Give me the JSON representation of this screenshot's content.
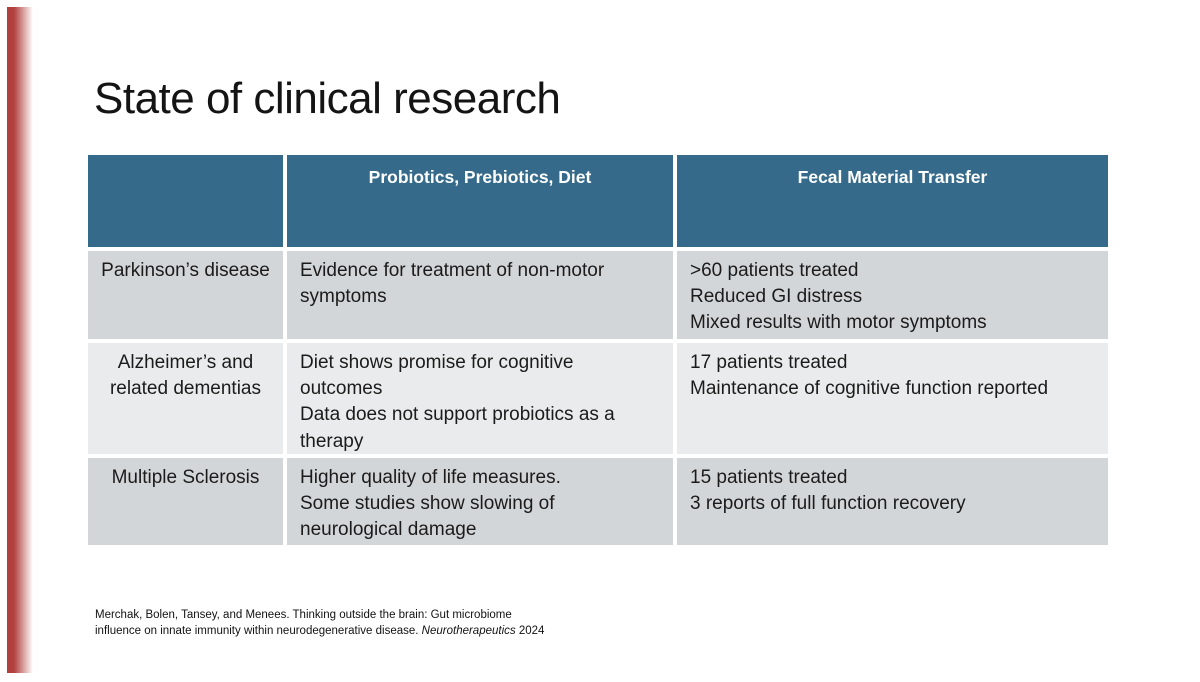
{
  "theme": {
    "accent": "#b2403d",
    "header-bg": "#356a8a",
    "header-text": "#ffffff",
    "row-gray": "#d3d6d9",
    "row-light": "#e9ebec",
    "text": "#1b1b1b"
  },
  "slide": {
    "title": "State of clinical research"
  },
  "table": {
    "headers": {
      "condition": "",
      "probiotics": "Probiotics, Prebiotics, Diet",
      "fecal": "Fecal Material Transfer"
    },
    "rows": [
      {
        "condition": "Parkinson’s disease",
        "probiotics": "Evidence for treatment of non-motor symptoms",
        "fecal": ">60 patients treated\nReduced GI distress\nMixed results with motor symptoms"
      },
      {
        "condition": "Alzheimer’s and related dementias",
        "probiotics": "Diet shows promise for cognitive outcomes\nData does not support probiotics as a therapy",
        "fecal": "17 patients treated\nMaintenance of cognitive function reported"
      },
      {
        "condition": "Multiple Sclerosis",
        "probiotics": "Higher quality of life measures.\nSome studies show slowing of neurological damage",
        "fecal": "15 patients treated\n3 reports of full function recovery"
      }
    ]
  },
  "citation": {
    "text": "Merchak, Bolen, Tansey, and Menees. Thinking outside the brain: Gut microbiome influence on innate immunity within neurodegenerative disease. ",
    "journal": "Neurotherapeutics",
    "year": " 2024"
  }
}
